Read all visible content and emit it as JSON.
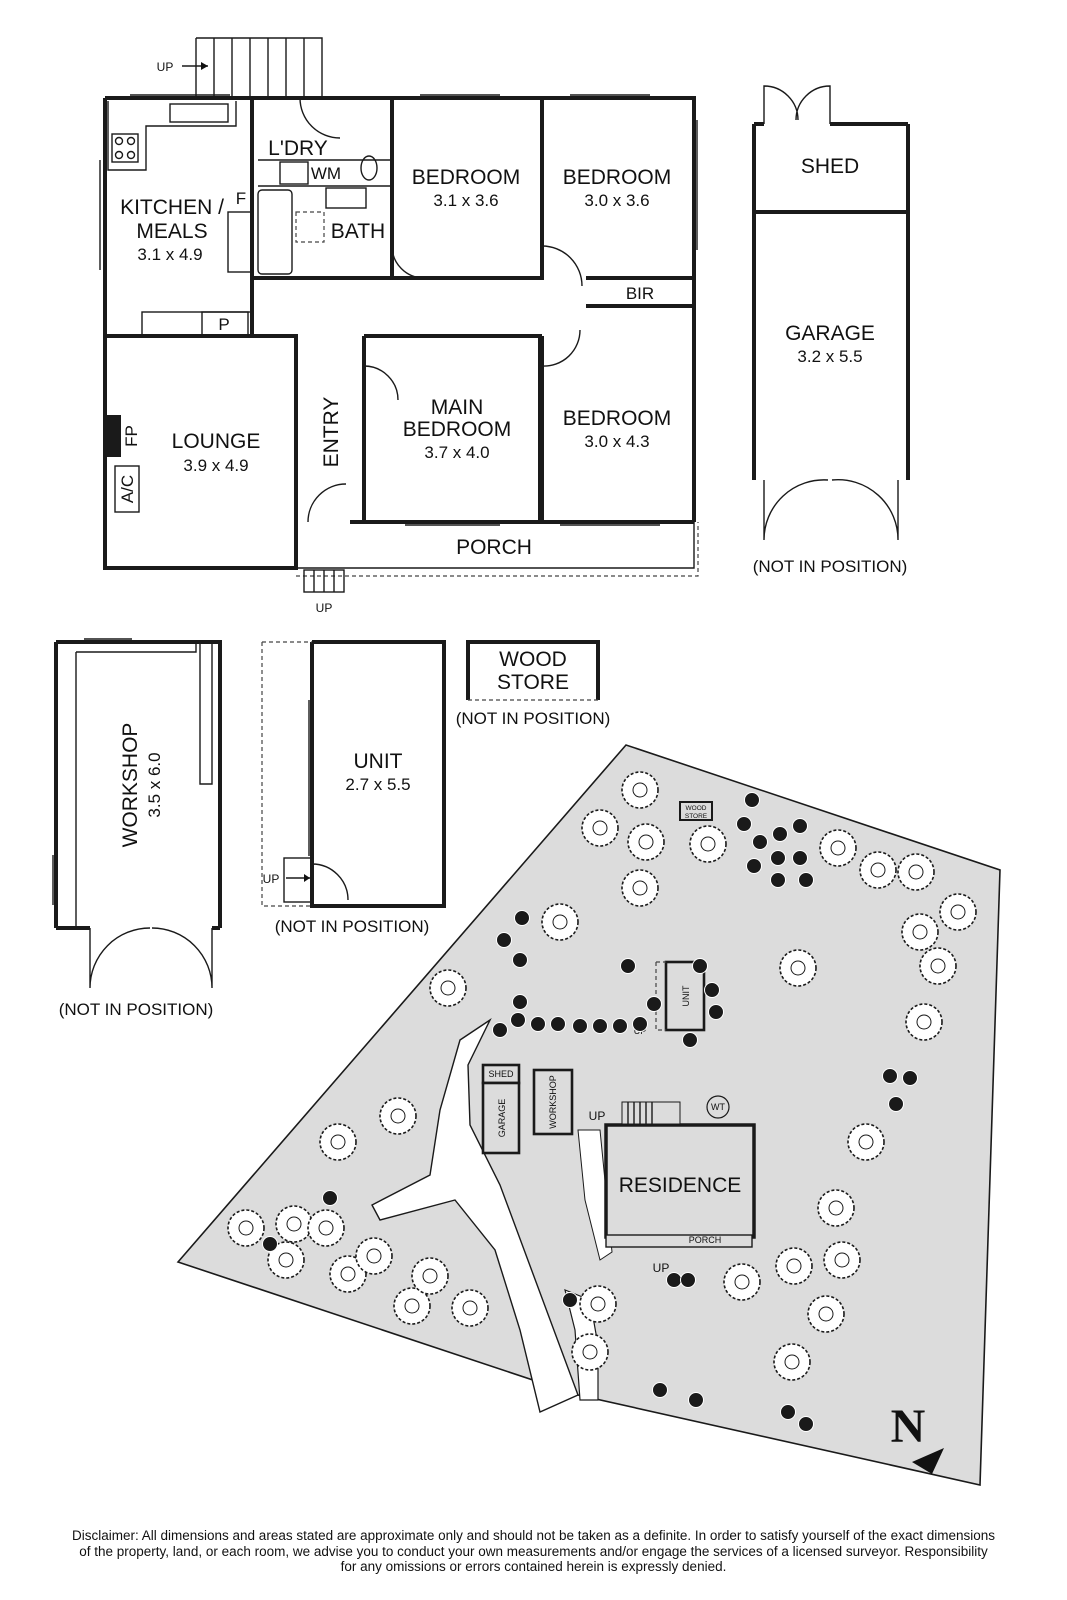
{
  "rooms": {
    "kitchen": {
      "label1": "KITCHEN /",
      "label2": "MEALS",
      "dim": "3.1 x 4.9"
    },
    "laundry": {
      "label": "L'DRY"
    },
    "wm": {
      "label": "WM"
    },
    "bath": {
      "label": "BATH"
    },
    "fridge": {
      "label": "F"
    },
    "pantry": {
      "label": "P"
    },
    "bedroom_a": {
      "label": "BEDROOM",
      "dim": "3.1 x 3.6"
    },
    "bedroom_b": {
      "label": "BEDROOM",
      "dim": "3.0 x 3.6"
    },
    "bir": {
      "label": "BIR"
    },
    "lounge": {
      "label": "LOUNGE",
      "dim": "3.9 x 4.9"
    },
    "fp": {
      "label": "FP"
    },
    "ac": {
      "label": "A/C"
    },
    "entry": {
      "label": "ENTRY"
    },
    "main_bedroom": {
      "label1": "MAIN",
      "label2": "BEDROOM",
      "dim": "3.7 x 4.0"
    },
    "bedroom_c": {
      "label": "BEDROOM",
      "dim": "3.0 x 4.3"
    },
    "porch": {
      "label": "PORCH"
    },
    "shed": {
      "label": "SHED"
    },
    "garage": {
      "label": "GARAGE",
      "dim": "3.2 x 5.5"
    },
    "workshop": {
      "label": "WORKSHOP",
      "dim": "3.5 x 6.0"
    },
    "unit": {
      "label": "UNIT",
      "dim": "2.7 x 5.5"
    },
    "wood_store": {
      "label1": "WOOD",
      "label2": "STORE"
    }
  },
  "annotations": {
    "up": "UP",
    "not_in_position": "(NOT IN POSITION)"
  },
  "site_plan": {
    "residence": "RESIDENCE",
    "porch": "PORCH",
    "shed": "SHED",
    "garage": "GARAGE",
    "workshop": "WORKSHOP",
    "unit": "UNIT",
    "wood_store1": "WOOD",
    "wood_store2": "STORE",
    "wt": "WT",
    "up": "UP"
  },
  "compass": {
    "label": "N"
  },
  "disclaimer": {
    "line1": "Disclaimer: All dimensions and areas stated are approximate only and should not be taken as a definite. In order to satisfy yourself of the exact dimensions",
    "line2": "of the property, land, or each room, we advise you to conduct your own measurements and/or engage the services of a licensed surveyor. Responsibility",
    "line3": "for any omissions or errors contained herein is expressly denied."
  },
  "colors": {
    "ground": "#dcdcdc",
    "wall": "#1a1a1a",
    "tree_dark": "#1a1a1a"
  }
}
